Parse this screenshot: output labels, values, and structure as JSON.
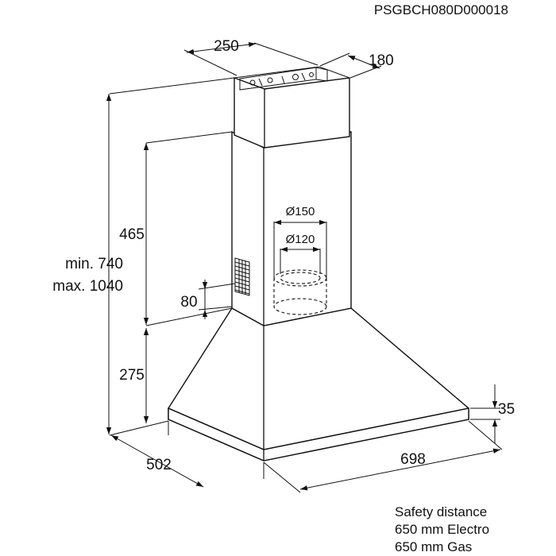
{
  "drawing_code": "PSGBCH080D000018",
  "dimensions": {
    "duct_width": "250",
    "duct_depth": "180",
    "upper_height": "465",
    "total_height_min": "min. 740",
    "total_height_max": "max. 1040",
    "vent_offset": "80",
    "canopy_height": "275",
    "outlet_outer": "Ø150",
    "outlet_inner": "Ø120",
    "rim_height": "35",
    "canopy_depth": "502",
    "canopy_width": "698"
  },
  "notes": {
    "line1": "Safety distance",
    "line2": "650 mm Electro",
    "line3": "650 mm Gas"
  },
  "colors": {
    "line": "#111111",
    "background": "#ffffff"
  }
}
